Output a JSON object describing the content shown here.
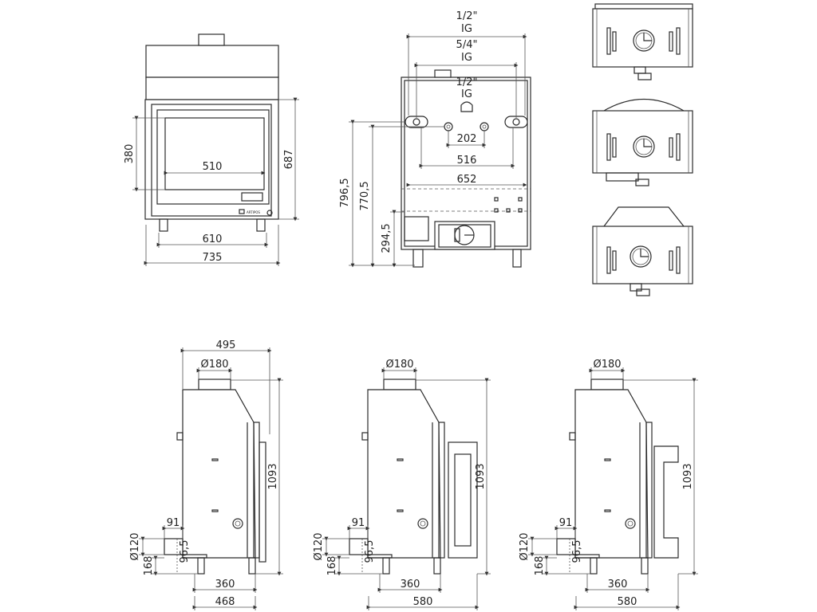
{
  "front_view": {
    "dims": {
      "width_outer": "735",
      "width_base": "610",
      "glass_width": "510",
      "glass_height": "380",
      "height": "687"
    },
    "logo_text": "ARTIPOS"
  },
  "back_view": {
    "dims": {
      "pipe_top": "1/2\"",
      "pipe_top_type": "IG",
      "pipe_mid": "5/4\"",
      "pipe_mid_type": "IG",
      "pipe_small": "1/2\"",
      "pipe_small_type": "IG",
      "w202": "202",
      "w516": "516",
      "w652": "652",
      "h796": "796,5",
      "h770": "770,5",
      "h294": "294,5"
    }
  },
  "side_views": [
    {
      "flue": "Ø180",
      "top_width": "495",
      "height": "1093",
      "inlet": "91",
      "pipe_dia": "Ø120",
      "pipe_offset": "96,5",
      "pipe_height": "168",
      "feet": "360",
      "depth": "468"
    },
    {
      "flue": "Ø180",
      "height": "1093",
      "inlet": "91",
      "pipe_dia": "Ø120",
      "pipe_offset": "96,5",
      "pipe_height": "168",
      "feet": "360",
      "depth": "580"
    },
    {
      "flue": "Ø180",
      "height": "1093",
      "inlet": "91",
      "pipe_dia": "Ø120",
      "pipe_offset": "96,5",
      "pipe_height": "168",
      "feet": "360",
      "depth": "580"
    }
  ]
}
